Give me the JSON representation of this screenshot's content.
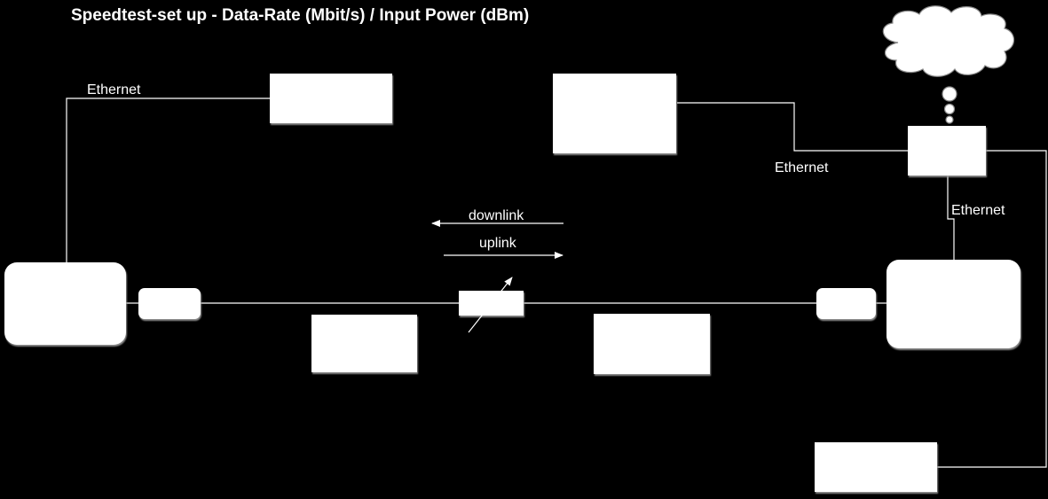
{
  "title": "Speedtest-set up - Data-Rate (Mbit/s) / Input Power (dBm)",
  "labels": {
    "ethernet_left": "Ethernet",
    "ethernet_right_middle": "Ethernet",
    "ethernet_right_vertical": "Ethernet",
    "downlink": "downlink",
    "uplink": "uplink"
  },
  "colors": {
    "background": "#000000",
    "foreground": "#ffffff",
    "box_fill": "#ffffff",
    "box_shadow": "#9a9a9a"
  },
  "icons": {
    "cloud": "cloud-icon",
    "variable_attenuator": "variable-attenuator-symbol"
  }
}
